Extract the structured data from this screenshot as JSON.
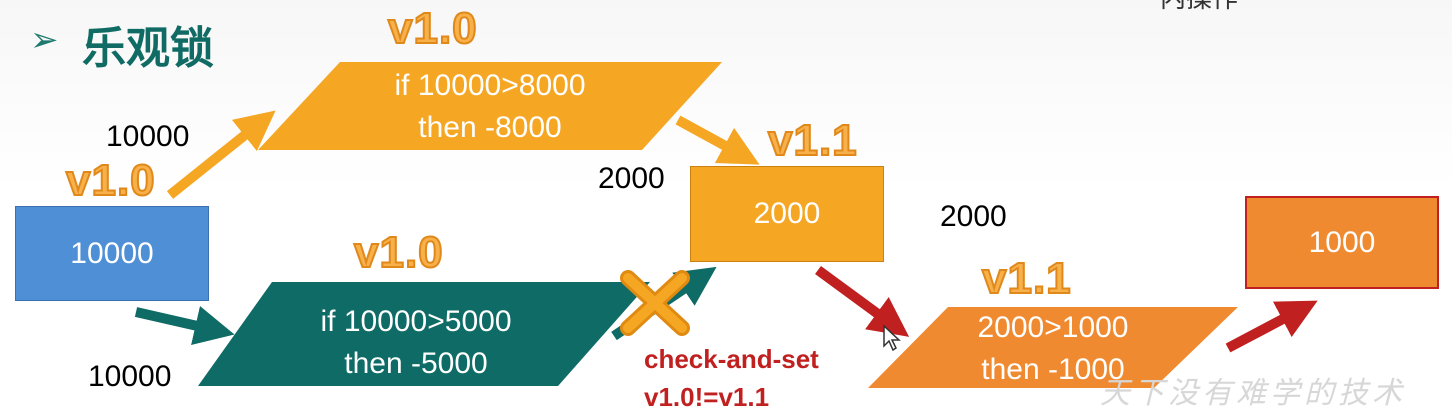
{
  "title": "乐观锁",
  "top_right_text": "内操作",
  "boxes": {
    "start": {
      "label": "10000",
      "color": "#4f8fd6"
    },
    "mid": {
      "label": "2000",
      "color": "#f5a623"
    },
    "end": {
      "label": "1000",
      "color": "#f08a30"
    }
  },
  "transactions": {
    "upper": {
      "line1": "if 10000>8000",
      "line2": "then -8000",
      "color": "#f5a623"
    },
    "lower": {
      "line1": "if 10000>5000",
      "line2": "then -5000",
      "color": "#0e6b66"
    },
    "right": {
      "line1": "2000>1000",
      "line2": "then -1000",
      "color": "#f08a30"
    }
  },
  "versions": {
    "upper_tx": "v1.0",
    "start_box": "v1.0",
    "lower_tx": "v1.0",
    "mid_box": "v1.1",
    "right_tx": "v1.1"
  },
  "numbers": {
    "upper_read": "10000",
    "lower_read": "10000",
    "mid_write": "2000",
    "right_read": "2000"
  },
  "check_and_set": {
    "line1": "check-and-set",
    "line2": "v1.0!=v1.1"
  },
  "watermark": "天下没有难学的技术",
  "colors": {
    "arrow_orange": "#f5a623",
    "arrow_teal": "#0e6b66",
    "arrow_red": "#c0201f",
    "fail_x": "#f5a623"
  }
}
